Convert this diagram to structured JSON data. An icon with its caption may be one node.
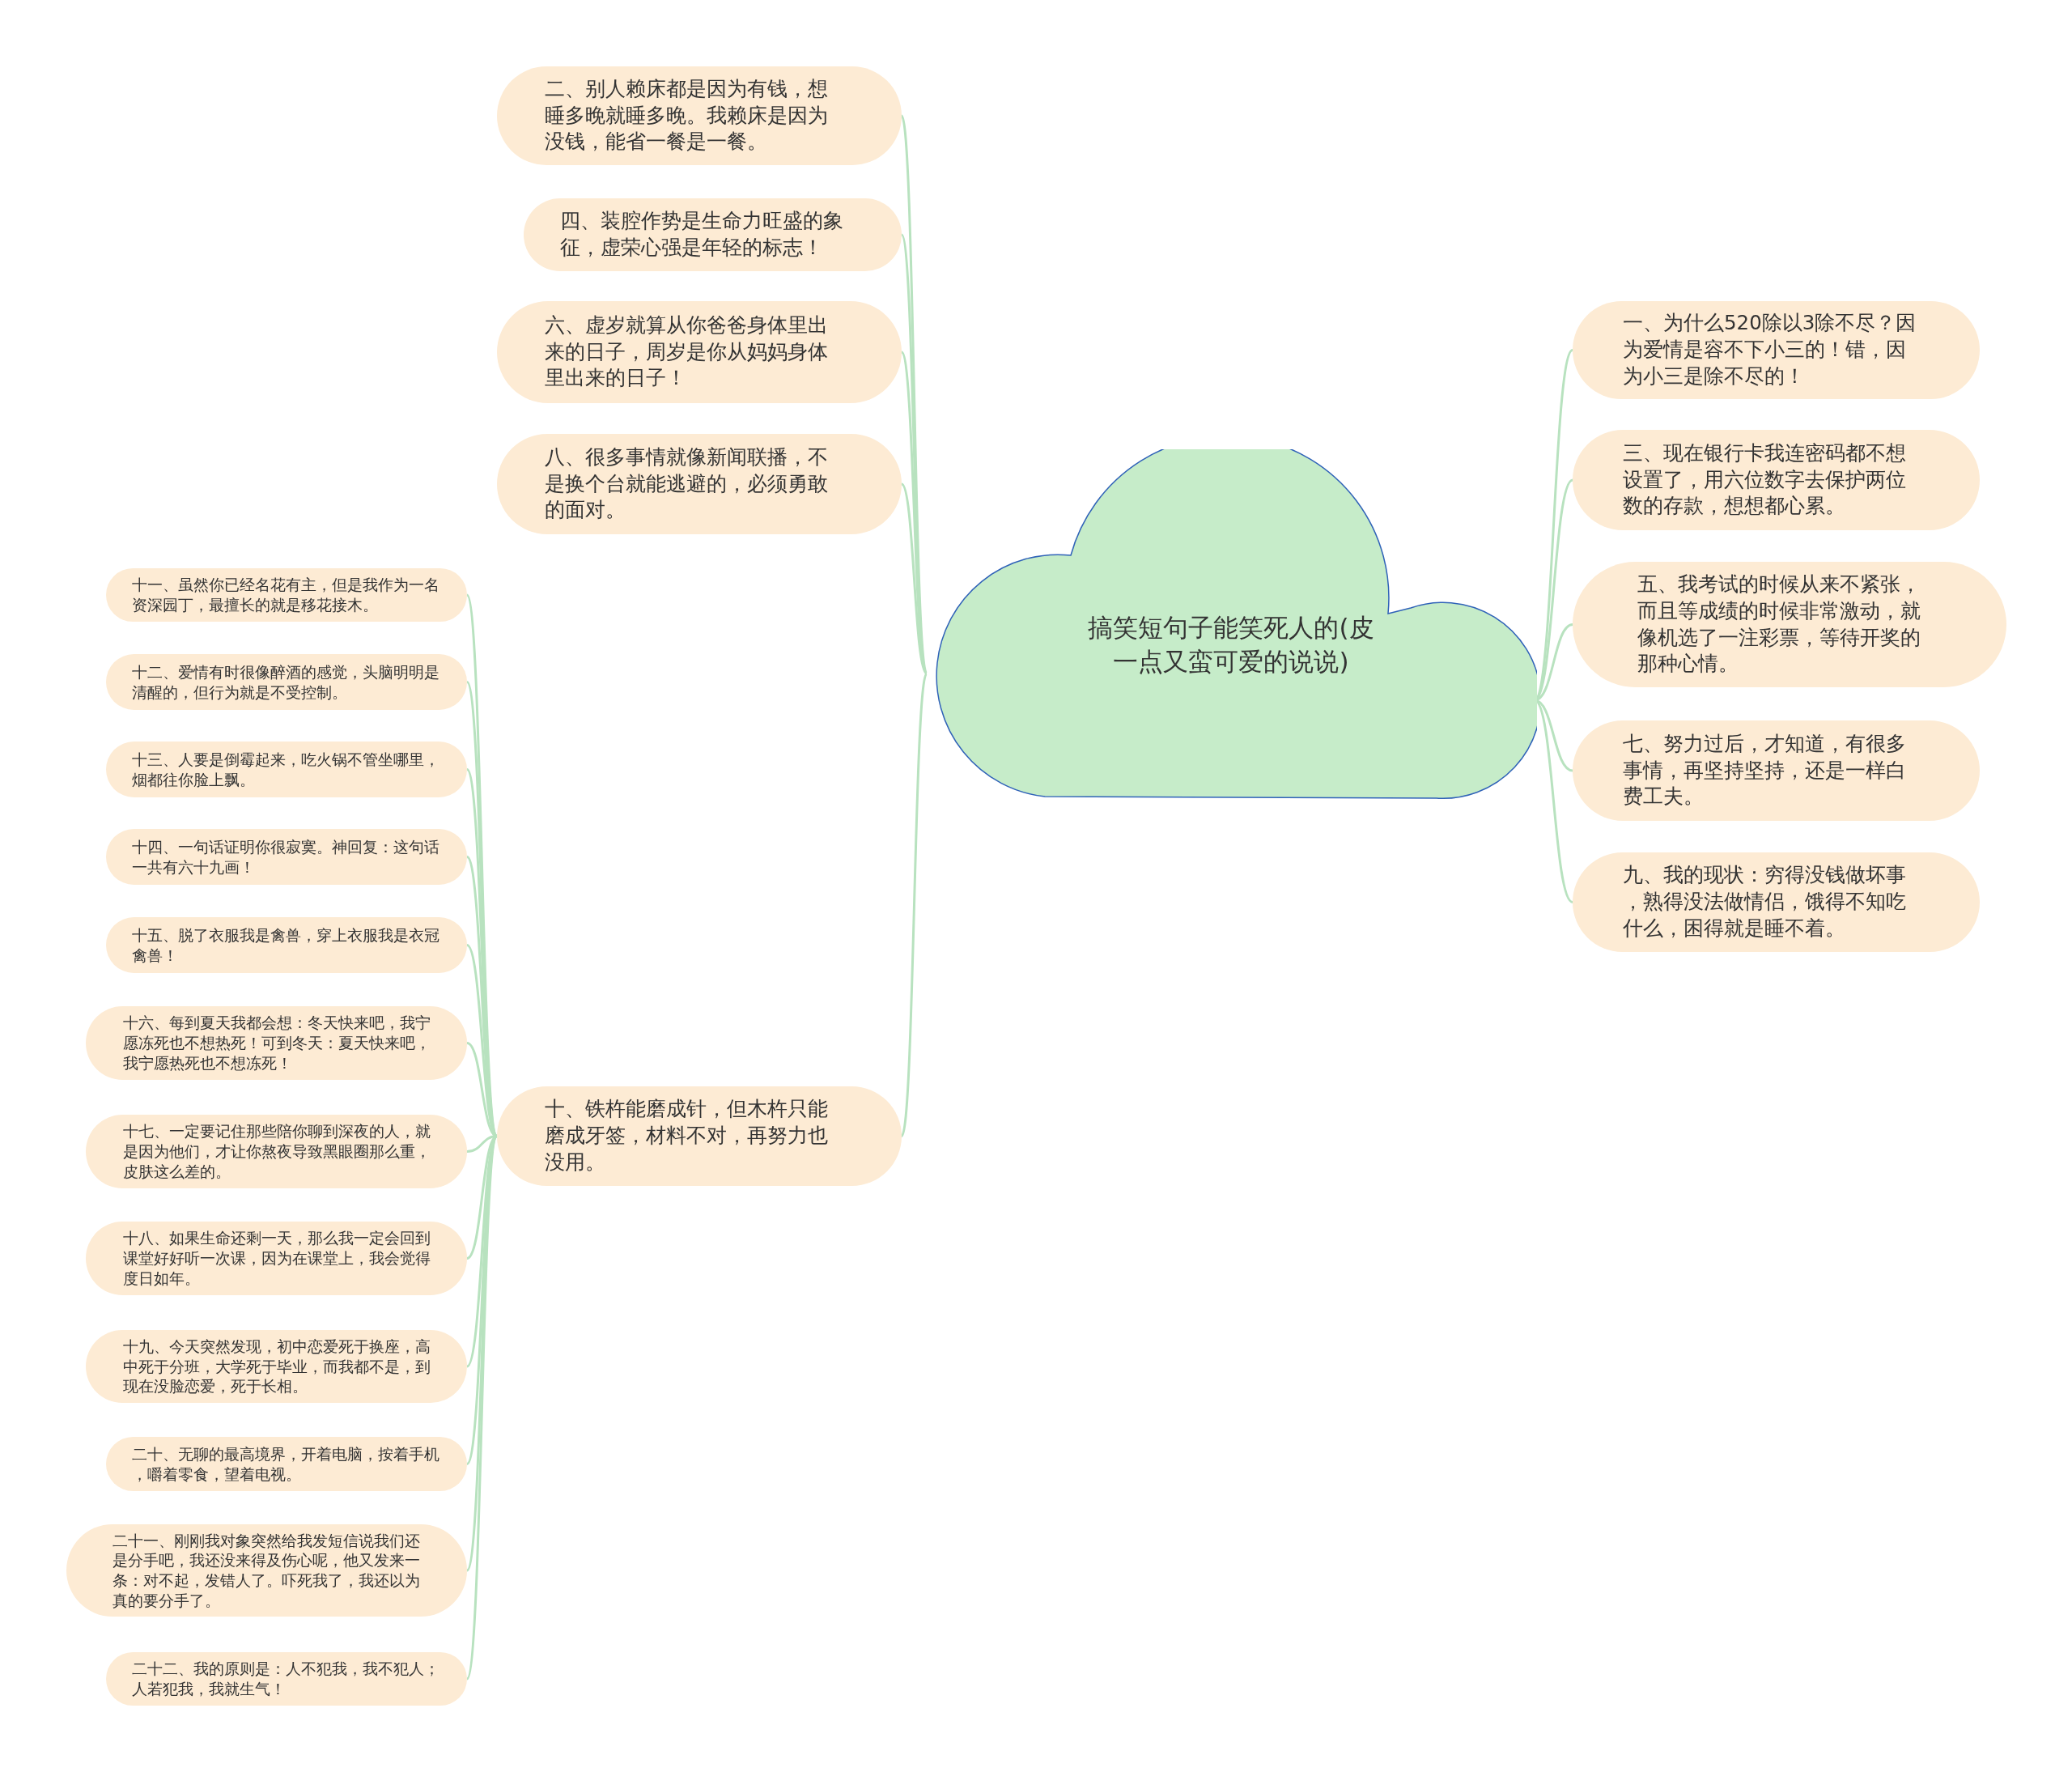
{
  "diagram": {
    "nodes": [
      {
        "text": [
          "搞笑短句子能笑死人的(皮一点又蛮可爱的说说)"
        ]
      },
      {
        "text": [
          "一、为什么520除以3除不尽？因为爱情是容不下小三的！错，因为小三是除不尽的！"
        ]
      },
      {
        "text": [
          "三、现在银行卡我连密码都不想设置了，用六位数字去保护两位数的存款，想想都心累。"
        ]
      },
      {
        "text": [
          "五、我考试的时候从来不紧张，而且等成绩的时候非常激动，就像机选了一注彩票，等待开奖的那种心情。"
        ]
      },
      {
        "text": [
          "七、努力过后，才知道，有很多事情，再坚持坚持，还是一样白费工夫。"
        ]
      },
      {
        "text": [
          "九、我的现状：穷得没钱做坏事，熟得没法做情侣，饿得不知吃什么，困得就是睡不着。"
        ]
      },
      {
        "text": [
          "二、别人赖床都是因为有钱，想睡多晚就睡多晚。我赖床是因为没钱，能省一餐是一餐。"
        ]
      },
      {
        "text": [
          "四、装腔作势是生命力旺盛的象征，虚荣心强是年轻的标志！"
        ]
      },
      {
        "text": [
          "六、虚岁就算从你爸爸身体里出来的日子，周岁是你从妈妈身体里出来的日子！"
        ]
      },
      {
        "text": [
          "八、很多事情就像新闻联播，不是换个台就能逃避的，必须勇敢的面对。"
        ]
      },
      {
        "text": [
          "十、铁杵能磨成针，但木杵只能磨成牙签，材料不对，再努力也没用。"
        ]
      },
      {
        "text": [
          "十一、虽然你已经名花有主，但是我作为一名资深园丁，最擅长的就是移花接木。"
        ]
      },
      {
        "text": [
          "十二、爱情有时很像醉酒的感觉，头脑明明是清醒的，但行为就是不受控制。"
        ]
      },
      {
        "text": [
          "十三、人要是倒霉起来，吃火锅不管坐哪里，烟都往你脸上飘。"
        ]
      },
      {
        "text": [
          "十四、一句话证明你很寂寞。神回复：这句话一共有六十九画！"
        ]
      },
      {
        "text": [
          "十五、脱了衣服我是禽兽，穿上衣服我是衣冠禽兽！"
        ]
      },
      {
        "text": [
          "十六、每到夏天我都会想：冬天快来吧，我宁愿冻死也不想热死！可到冬天：夏天快来吧，我宁愿热死也不想冻死！"
        ]
      },
      {
        "text": [
          "十七、一定要记住那些陪你聊到深夜的人，就是因为他们，才让你熬夜导致黑眼圈那么重，皮肤这么差的。"
        ]
      },
      {
        "text": [
          "十八、如果生命还剩一天，那么我一定会回到课堂好好听一次课，因为在课堂上，我会觉得度日如年。"
        ]
      },
      {
        "text": [
          "十九、今天突然发现，初中恋爱死于换座，高中死于分班，大学死于毕业，而我都不是，到现在没脸恋爱，死于长相。"
        ]
      },
      {
        "text": [
          "二十、无聊的最高境界，开着电脑，按着手机，嚼着零食，望着电视。"
        ]
      },
      {
        "text": [
          "二十一、刚刚我对象突然给我发短信说我们还是分手吧，我还没来得及伤心呢，他又发来一条：对不起，发错人了。吓死我了，我还以为真的要分手了。"
        ]
      },
      {
        "text": [
          "二十二、我的原则是：人不犯我，我不犯人；人若犯我，我就生气！"
        ]
      }
    ],
    "edges": [
      {
        "from": 0,
        "to": 1,
        "arrow": "none"
      },
      {
        "from": 0,
        "to": 2,
        "arrow": "none"
      },
      {
        "from": 0,
        "to": 3,
        "arrow": "none"
      },
      {
        "from": 0,
        "to": 4,
        "arrow": "none"
      },
      {
        "from": 0,
        "to": 5,
        "arrow": "none"
      },
      {
        "from": 0,
        "to": 6,
        "arrow": "none"
      },
      {
        "from": 0,
        "to": 7,
        "arrow": "none"
      },
      {
        "from": 0,
        "to": 8,
        "arrow": "none"
      },
      {
        "from": 0,
        "to": 9,
        "arrow": "none"
      },
      {
        "from": 0,
        "to": 10,
        "arrow": "none"
      },
      {
        "from": 10,
        "to": 11,
        "arrow": "none"
      },
      {
        "from": 10,
        "to": 12,
        "arrow": "none"
      },
      {
        "from": 10,
        "to": 13,
        "arrow": "none"
      },
      {
        "from": 10,
        "to": 14,
        "arrow": "none"
      },
      {
        "from": 10,
        "to": 15,
        "arrow": "none"
      },
      {
        "from": 10,
        "to": 16,
        "arrow": "none"
      },
      {
        "from": 10,
        "to": 17,
        "arrow": "none"
      },
      {
        "from": 10,
        "to": 18,
        "arrow": "none"
      },
      {
        "from": 10,
        "to": 19,
        "arrow": "none"
      },
      {
        "from": 10,
        "to": 20,
        "arrow": "none"
      },
      {
        "from": 10,
        "to": 21,
        "arrow": "none"
      },
      {
        "from": 10,
        "to": 22,
        "arrow": "none"
      }
    ]
  }
}
